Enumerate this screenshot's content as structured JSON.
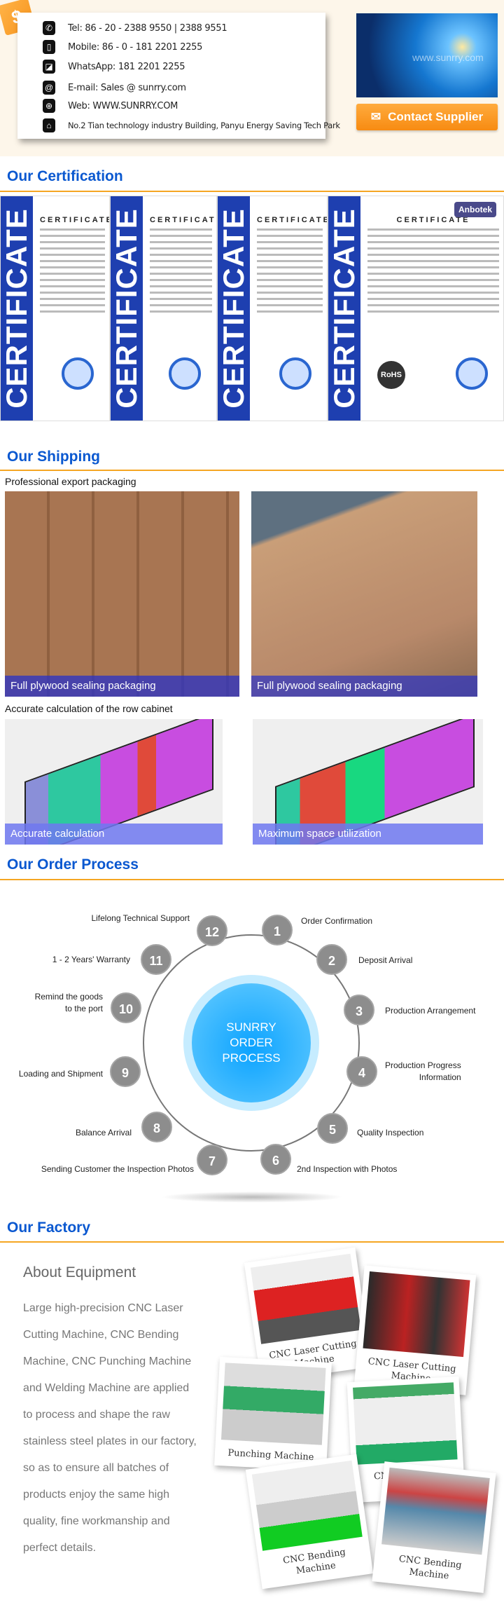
{
  "contact": {
    "badge_symbol": "$",
    "rows": [
      {
        "icon": "phone-icon",
        "glyph": "✆",
        "text": "Tel: 86 - 20 - 2388 9550 | 2388 9551"
      },
      {
        "icon": "mobile-icon",
        "glyph": "▯",
        "text": "Mobile: 86 - 0 - 181 2201 2255"
      },
      {
        "icon": "whatsapp-icon",
        "glyph": "◪",
        "text": "WhatsApp: 181 2201 2255"
      },
      {
        "icon": "email-icon",
        "glyph": "@",
        "text": "E-mail: Sales @ sunrry.com"
      },
      {
        "icon": "globe-icon",
        "glyph": "⊕",
        "text": "Web: WWW.SUNRRY.COM"
      },
      {
        "icon": "home-icon",
        "glyph": "⌂",
        "text": "No.2 Tian technology industry Building, Panyu Energy Saving Tech Park"
      }
    ],
    "image_watermark": "www.sunrry.com",
    "contact_button": "Contact Supplier"
  },
  "certification": {
    "title": "Our Certification",
    "band_text": "CERTIFICATE",
    "doc_title": "CERTIFICATE",
    "logo": "Anbotek",
    "rohs": "RoHS"
  },
  "shipping": {
    "title": "Our Shipping",
    "sub1": "Professional export packaging",
    "photos": [
      "Full plywood sealing packaging",
      "Full plywood sealing packaging"
    ],
    "sub2": "Accurate calculation of the row cabinet",
    "containers": [
      "Accurate calculation",
      "Maximum space utilization"
    ]
  },
  "process": {
    "title": "Our Order Process",
    "center": [
      "SUNRRY",
      "ORDER",
      "PROCESS"
    ],
    "steps": [
      {
        "n": "1",
        "label": "Order Confirmation"
      },
      {
        "n": "2",
        "label": "Deposit Arrival"
      },
      {
        "n": "3",
        "label": "Production Arrangement"
      },
      {
        "n": "4",
        "label": "Production Progress",
        "label2": "Information"
      },
      {
        "n": "5",
        "label": "Quality Inspection"
      },
      {
        "n": "6",
        "label": "2nd Inspection with Photos"
      },
      {
        "n": "7",
        "label": "Sending Customer the Inspection Photos"
      },
      {
        "n": "8",
        "label": "Balance Arrival"
      },
      {
        "n": "9",
        "label": "Loading and Shipment"
      },
      {
        "n": "10",
        "label": "Remind the goods",
        "label2": "to the port"
      },
      {
        "n": "11",
        "label": "1 - 2 Years' Warranty"
      },
      {
        "n": "12",
        "label": "Lifelong Technical Support"
      }
    ]
  },
  "factory": {
    "title": "Our Factory",
    "heading": "About Equipment",
    "lines": [
      "Large high-precision CNC Laser",
      "Cutting Machine, CNC Bending",
      "Machine, CNC Punching Machine",
      "and Welding Machine are applied",
      "to process and shape the raw",
      "stainless steel  plates in our factory,",
      "so as to ensure all batches of",
      "products enjoy the same high",
      "quality, fine workmanship and",
      "perfect details."
    ],
    "photos": [
      "CNC Laser Cutting Machine",
      "CNC Laser Cutting Machine",
      "Punching Machine",
      "CNC Punching Machine",
      "CNC Bending Machine",
      "CNC Bending Machine"
    ]
  }
}
